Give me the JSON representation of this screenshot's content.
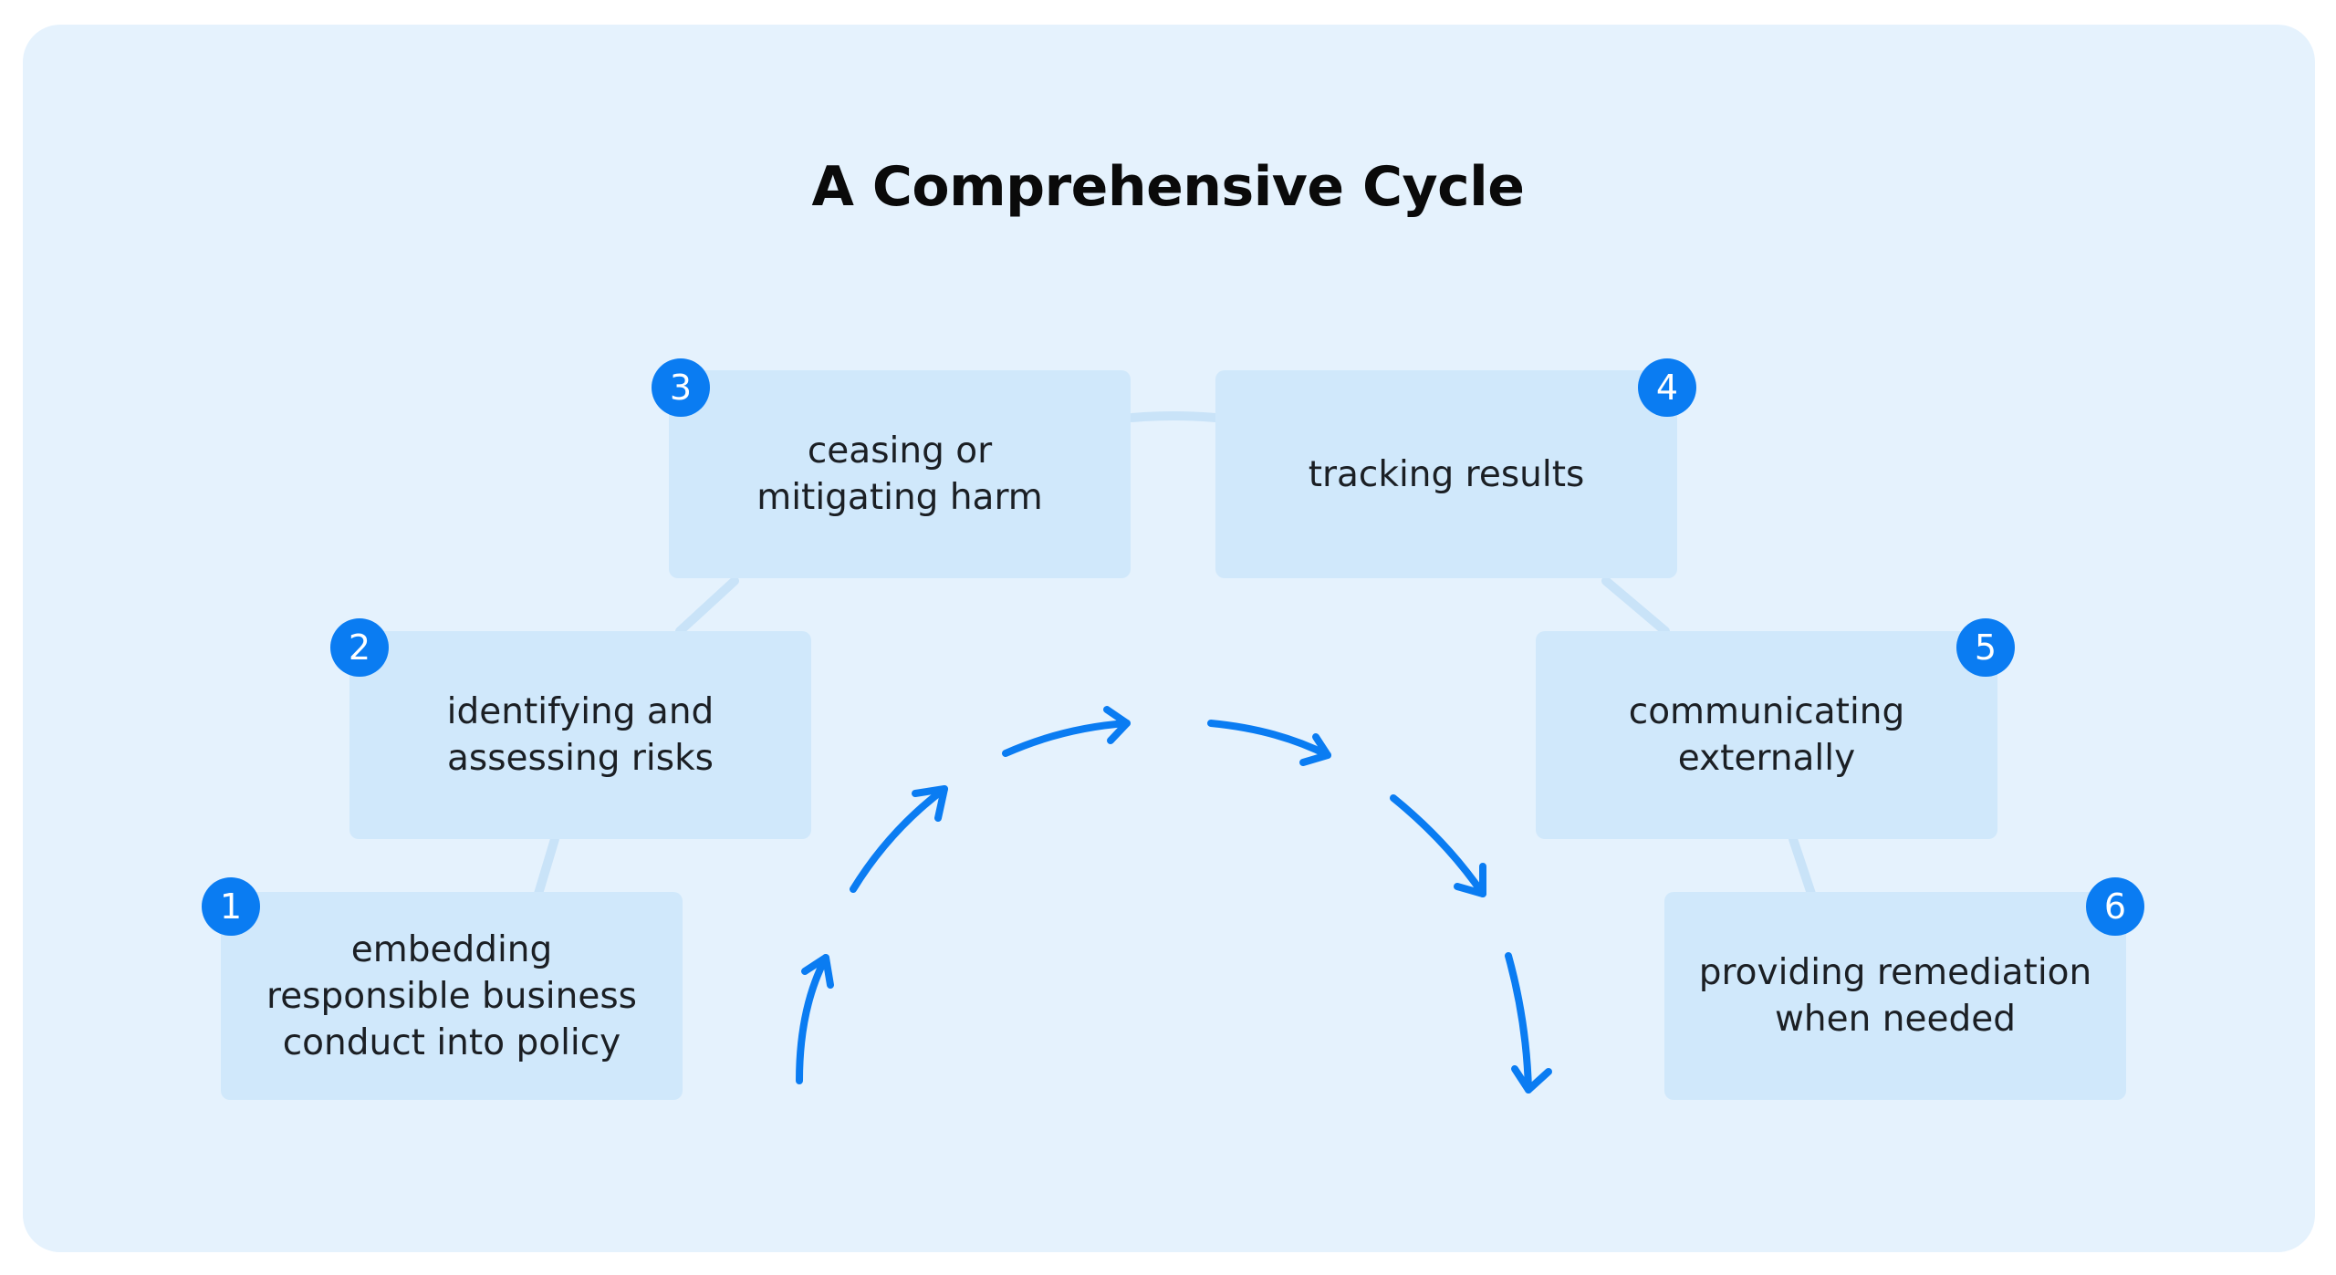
{
  "title": "A Comprehensive Cycle",
  "colors": {
    "background": "#e5f2fd",
    "box": "#d0e8fb",
    "accent": "#0a7cf2",
    "connector": "#c9e3f8",
    "text": "#1b1f24"
  },
  "steps": [
    {
      "number": "1",
      "label": "embedding\nresponsible business\nconduct into policy"
    },
    {
      "number": "2",
      "label": "identifying and\nassessing risks"
    },
    {
      "number": "3",
      "label": "ceasing or\nmitigating harm"
    },
    {
      "number": "4",
      "label": "tracking results"
    },
    {
      "number": "5",
      "label": "communicating\nexternally"
    },
    {
      "number": "6",
      "label": "providing remediation\nwhen needed"
    }
  ],
  "arrows": {
    "icon": "curved-arrow-icon",
    "count": 6
  }
}
